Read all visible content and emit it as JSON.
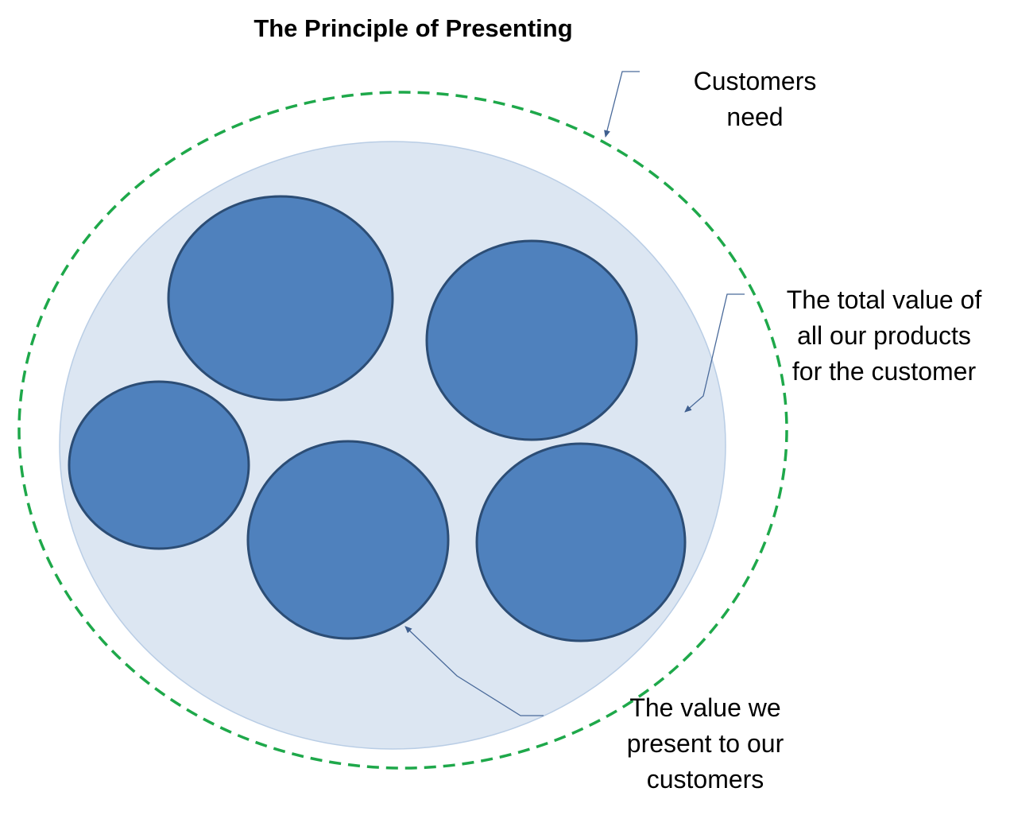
{
  "title": "The Principle of Presenting",
  "labels": {
    "customers_need": [
      "Customers",
      "need"
    ],
    "total_value": [
      "The total value of",
      "all our products",
      "for the customer"
    ],
    "present_value": [
      "The value we",
      "present to our",
      "customers"
    ]
  },
  "colors": {
    "outer_dashed": "#1ea84a",
    "inner_fill": "#dce6f2",
    "inner_stroke": "#b9cde5",
    "product_fill": "#4f81bd",
    "product_stroke": "#2c4d75",
    "callout_line": "#4a6a9a"
  }
}
